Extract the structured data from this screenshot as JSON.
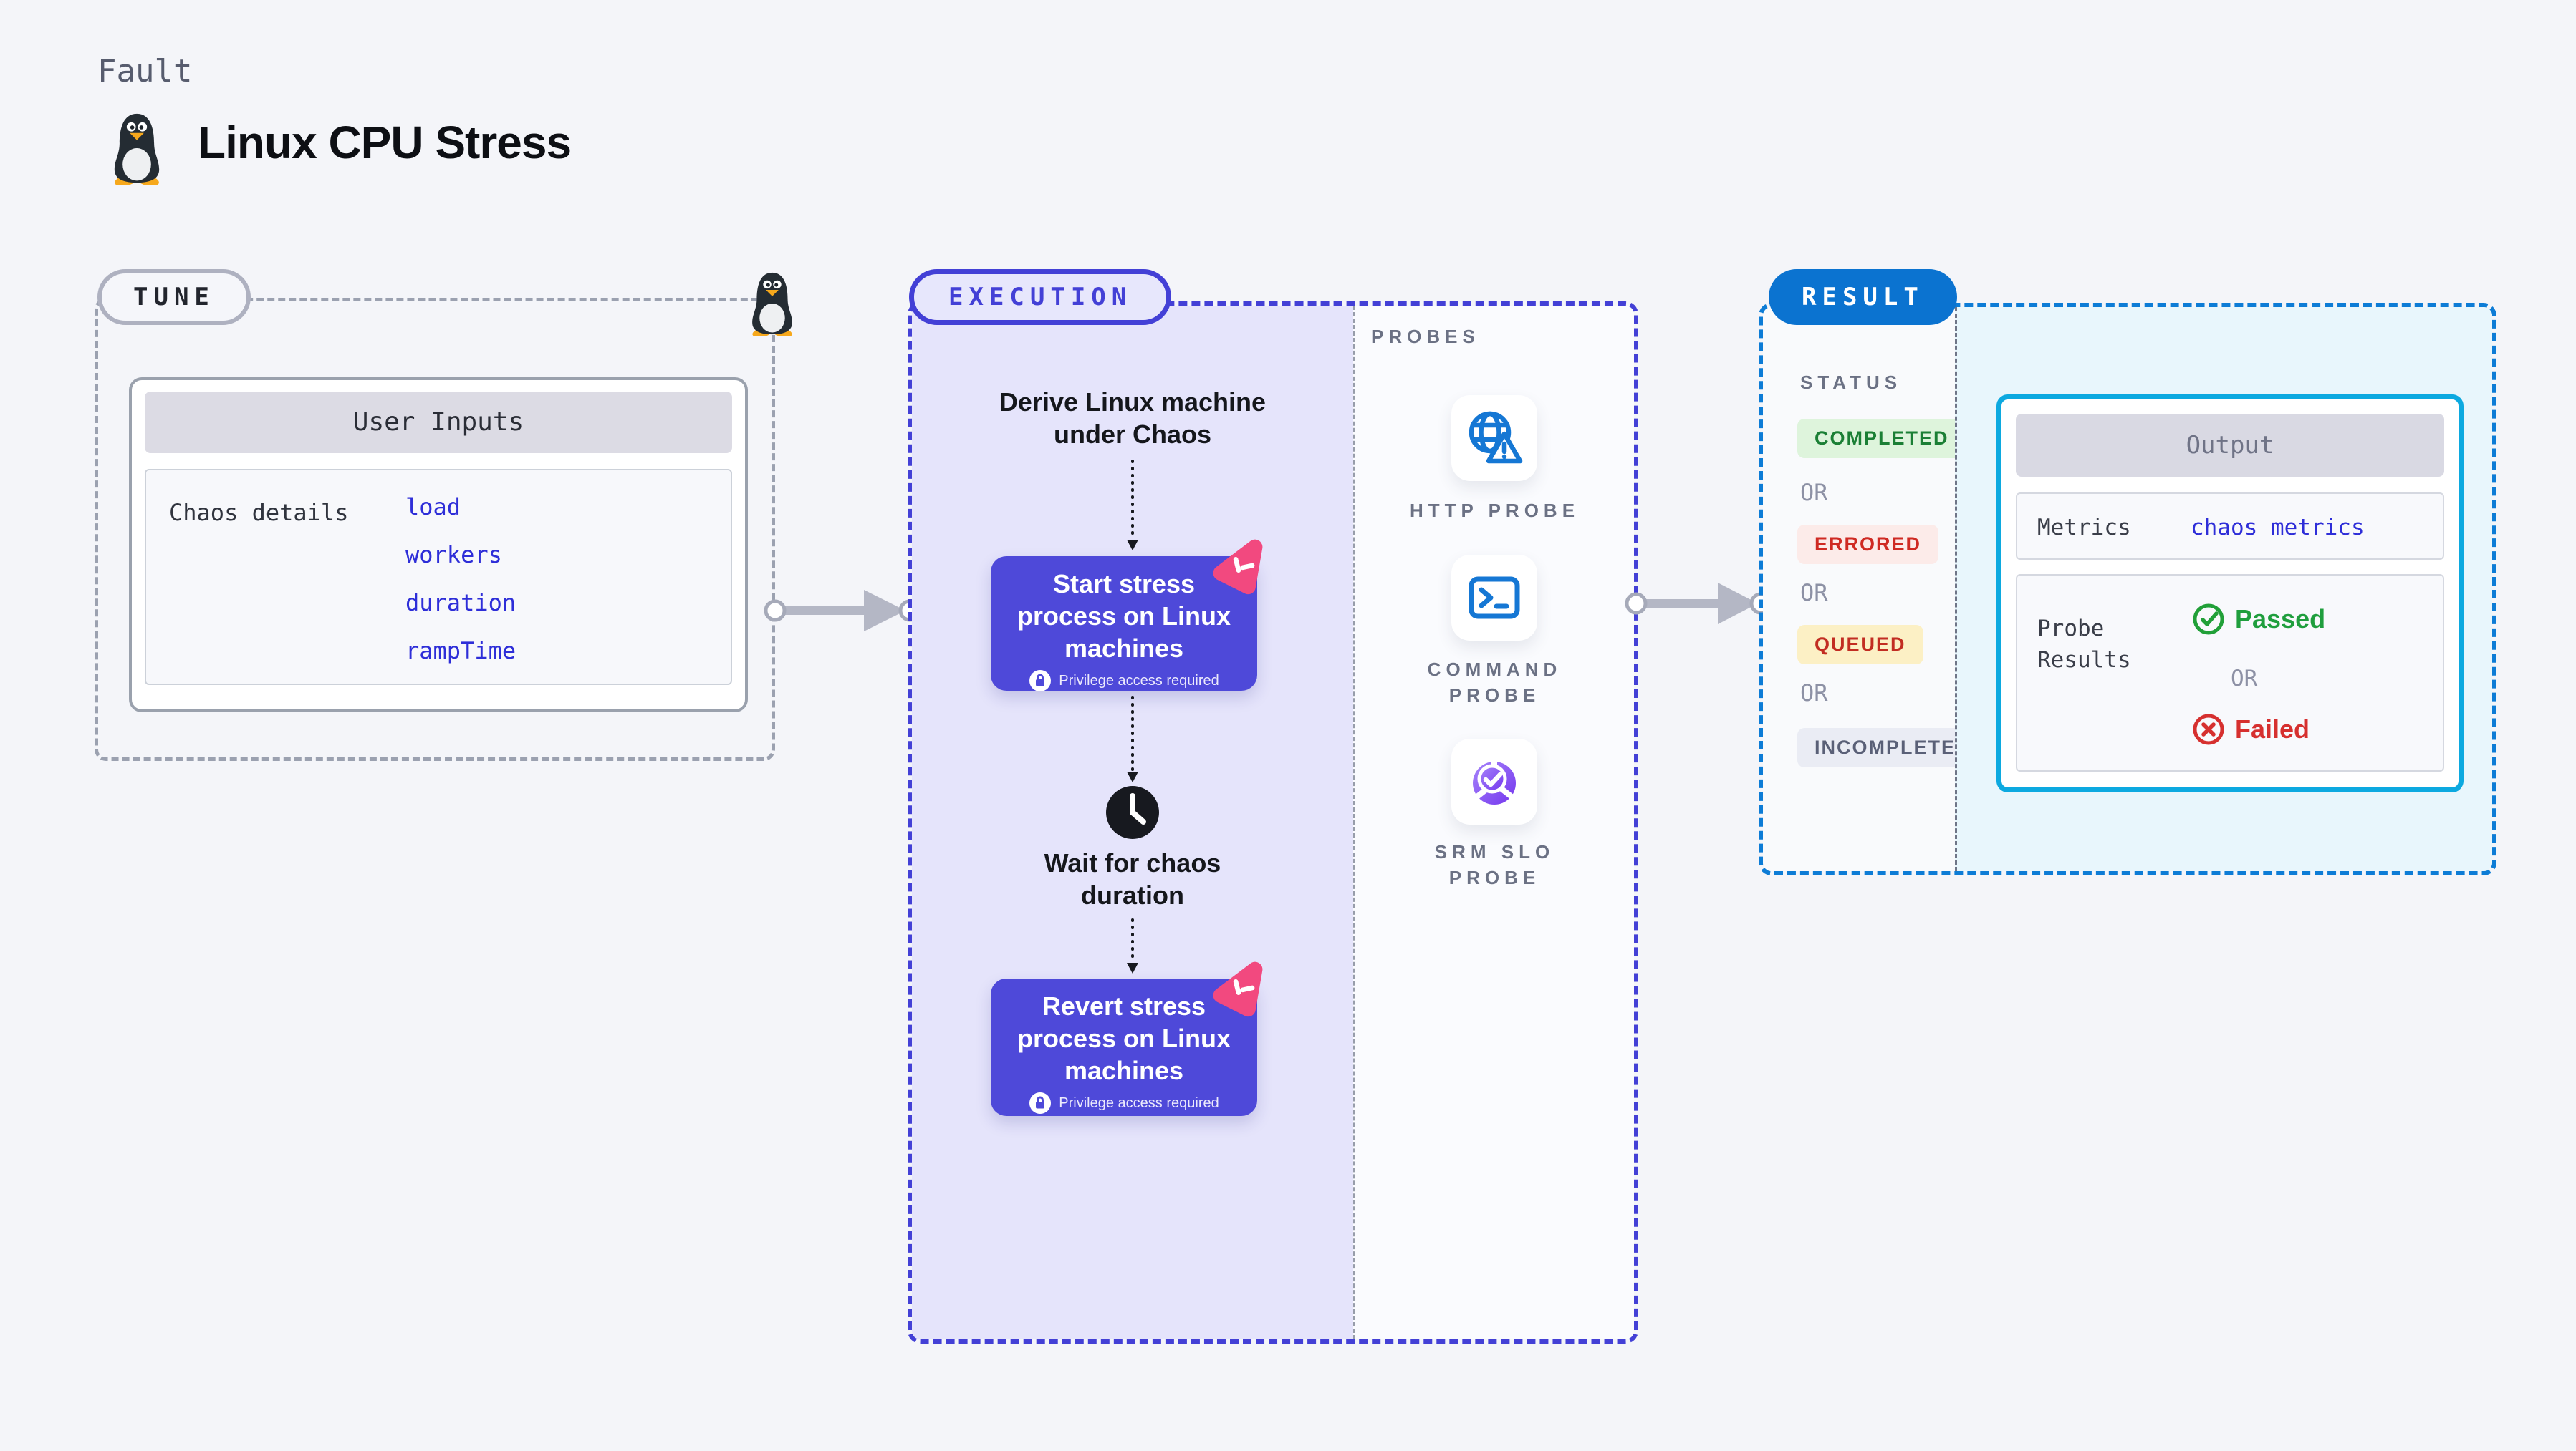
{
  "colors": {
    "page_bg": "#f4f5f9",
    "indigo": "#4340d6",
    "indigo_node": "#4e49d9",
    "lavender": "#e5e4fb",
    "pill_lavender": "#e7e7fc",
    "gray_dash": "#9ba1b0",
    "blue": "#0b73d0",
    "blue_dash": "#0d7cd6",
    "cyan_border": "#0ca9e0",
    "cyan_bg": "#e8f6fc",
    "link_blue": "#2e2ed8",
    "pink": "#f2497f",
    "probe_icon_blue": "#1577d4",
    "srm_purple": "#8a53f0",
    "green": "#1b7f35",
    "green_bg": "#def4dc",
    "red": "#cf2a23",
    "red_bg": "#fcebe9",
    "amber_bg": "#fcf0c5",
    "amber_text": "#c22d22",
    "muted_bg": "#eaecf4",
    "muted_text": "#5a6077",
    "or_gray": "#8d91a5",
    "label_gray": "#6b7184",
    "arrow_gray": "#b4b7c5"
  },
  "icons": {
    "header_icon": "tux-penguin-icon",
    "tune_corner_icon": "tux-penguin-icon",
    "node_badge": "chaos-pink-icon",
    "node_caption_icon": "lock-icon",
    "wait_icon": "clock-icon",
    "http_probe_icon": "globe-warning-icon",
    "command_probe_icon": "terminal-icon",
    "srm_probe_icon": "slo-donut-check-icon",
    "passed_icon": "check-circle-icon",
    "failed_icon": "x-circle-icon"
  },
  "header": {
    "kicker": "Fault",
    "title": "Linux CPU Stress"
  },
  "tune": {
    "badge": "TUNE",
    "card_header": "User Inputs",
    "row_label": "Chaos details",
    "links": [
      "load",
      "workers",
      "duration",
      "rampTime"
    ]
  },
  "execution": {
    "badge": "EXECUTION",
    "derive_lines": [
      "Derive Linux machine",
      "under Chaos"
    ],
    "start_lines": [
      "Start stress",
      "process on Linux",
      "machines"
    ],
    "wait_lines": [
      "Wait for chaos",
      "duration"
    ],
    "revert_lines": [
      "Revert stress",
      "process on Linux",
      "machines"
    ],
    "privilege_caption": "Privilege access required",
    "probes_label": "PROBES",
    "probes": [
      {
        "name_lines": [
          "HTTP PROBE"
        ]
      },
      {
        "name_lines": [
          "COMMAND",
          "PROBE"
        ]
      },
      {
        "name_lines": [
          "SRM SLO",
          "PROBE"
        ]
      }
    ]
  },
  "result": {
    "badge": "RESULT",
    "status_label": "STATUS",
    "or_label": "OR",
    "statuses": [
      "COMPLETED",
      "ERRORED",
      "QUEUED",
      "INCOMPLETED"
    ],
    "output": {
      "header": "Output",
      "metrics_label": "Metrics",
      "metrics_link": "chaos metrics",
      "probe_results_lines": [
        "Probe",
        "Results"
      ],
      "passed": "Passed",
      "or_label": "OR",
      "failed": "Failed"
    }
  }
}
